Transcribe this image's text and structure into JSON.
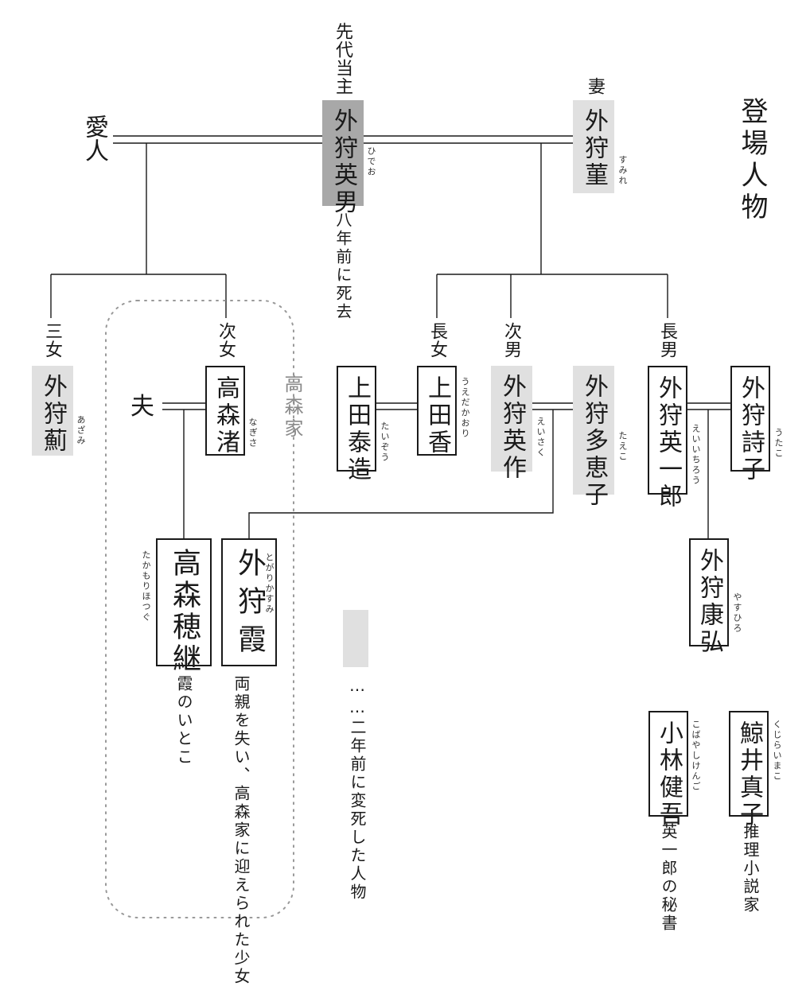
{
  "title": "登場人物",
  "labels": {
    "senndai": "先代当主",
    "tsuma": "妻",
    "aijin": "愛人",
    "sanjo": "三女",
    "jijo_nagisa": "次女",
    "chojo": "長女",
    "jinan": "次男",
    "chonan": "長男",
    "otto": "夫",
    "takamori_ke": "高森家"
  },
  "people": {
    "hideo": {
      "name": "外狩英男",
      "ruby": "ひでお",
      "note": "八年前に死去"
    },
    "sumire": {
      "name": "外狩菫",
      "ruby": "すみれ"
    },
    "azami": {
      "name": "外狩薊",
      "ruby": "あざみ"
    },
    "nagisa": {
      "name": "高森渚",
      "ruby": "なぎさ"
    },
    "taizo": {
      "name": "上田泰造",
      "ruby": "たいぞう"
    },
    "kaori": {
      "name": "上田香",
      "ruby": "うえだかおり"
    },
    "eisaku": {
      "name": "外狩英作",
      "ruby": "えいさく"
    },
    "taeko": {
      "name": "外狩多恵子",
      "ruby": "たえこ"
    },
    "eiichiro": {
      "name": "外狩英一郎",
      "ruby": "えいいちろう"
    },
    "utako": {
      "name": "外狩詩子",
      "ruby": "うたこ"
    },
    "hotsugu": {
      "name": "高森穂継",
      "ruby": "たかもりほつぐ",
      "note": "霞のいとこ"
    },
    "kasumi": {
      "name": "外狩霞",
      "ruby": "とがりかすみ",
      "note": "両親を失い、高森家に迎えられた少女"
    },
    "yasuhiro": {
      "name": "外狩康弘",
      "ruby": "やすひろ"
    },
    "kobayashi": {
      "name": "小林健吾",
      "ruby": "こばやしけんご",
      "note": "英一郎の秘書"
    },
    "kujirai": {
      "name": "鯨井真子",
      "ruby": "くじらいまこ",
      "note": "推理小説家"
    }
  },
  "legend": {
    "text": "……二年前に変死した人物"
  },
  "colors": {
    "deceased_fill": "#e0e0e0",
    "hideo_fill": "#a8a8a8",
    "line": "#1a1a1a",
    "dotted": "#999999"
  }
}
